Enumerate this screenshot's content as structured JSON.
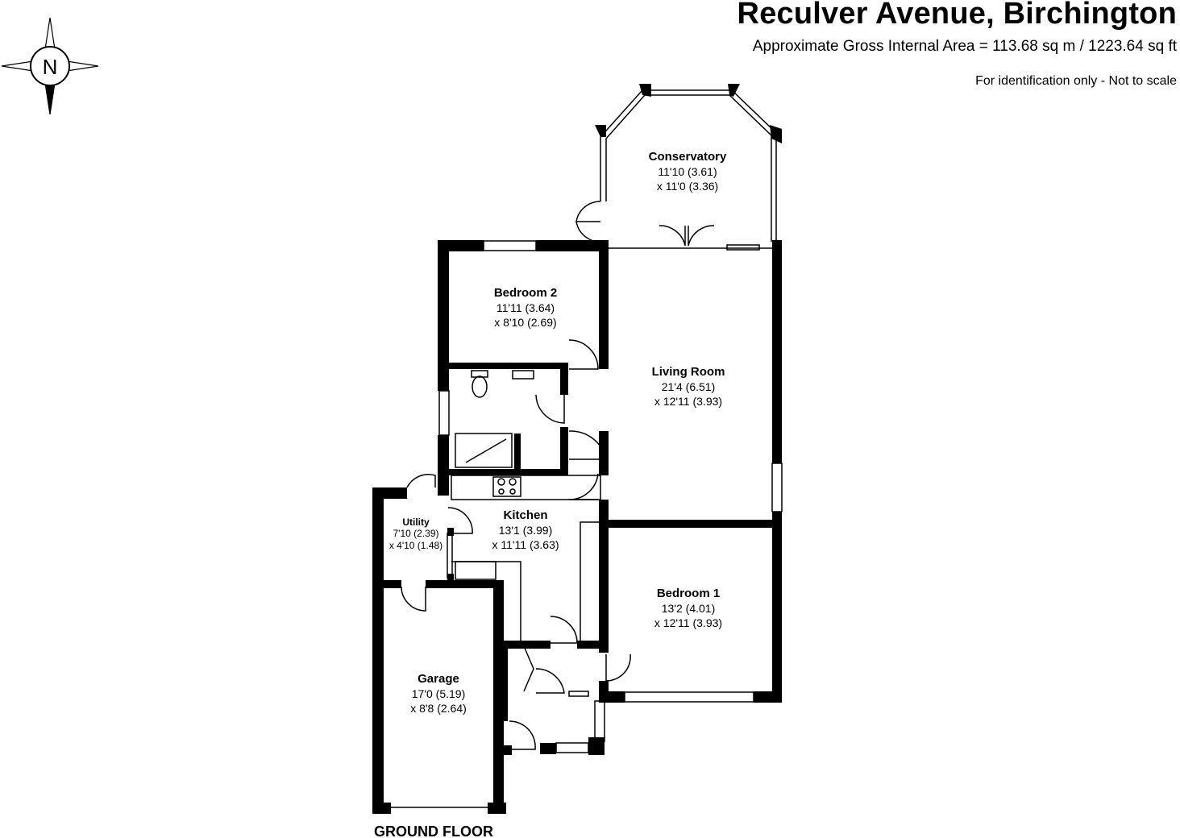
{
  "header": {
    "title": "Reculver Avenue, Birchington",
    "area": "Approximate Gross Internal Area =  113.68 sq m / 1223.64 sq ft",
    "note": "For identification only - Not to scale"
  },
  "compass": {
    "letter": "N",
    "icon": "compass-north-icon"
  },
  "floor_label": "GROUND FLOOR",
  "rooms": {
    "conservatory": {
      "name": "Conservatory",
      "dim1": "11'10 (3.61)",
      "dim2": "x 11'0 (3.36)"
    },
    "bedroom2": {
      "name": "Bedroom 2",
      "dim1": "11'11 (3.64)",
      "dim2": "x 8'10 (2.69)"
    },
    "living": {
      "name": "Living Room",
      "dim1": "21'4 (6.51)",
      "dim2": "x 12'11 (3.93)"
    },
    "kitchen": {
      "name": "Kitchen",
      "dim1": "13'1 (3.99)",
      "dim2": "x 11'11 (3.63)"
    },
    "utility": {
      "name": "Utility",
      "dim1": "7'10 (2.39)",
      "dim2": "x 4'10 (1.48)"
    },
    "bedroom1": {
      "name": "Bedroom 1",
      "dim1": "13'2 (4.01)",
      "dim2": "x 12'11 (3.93)"
    },
    "garage": {
      "name": "Garage",
      "dim1": "17'0 (5.19)",
      "dim2": "x 8'8 (2.64)"
    }
  }
}
